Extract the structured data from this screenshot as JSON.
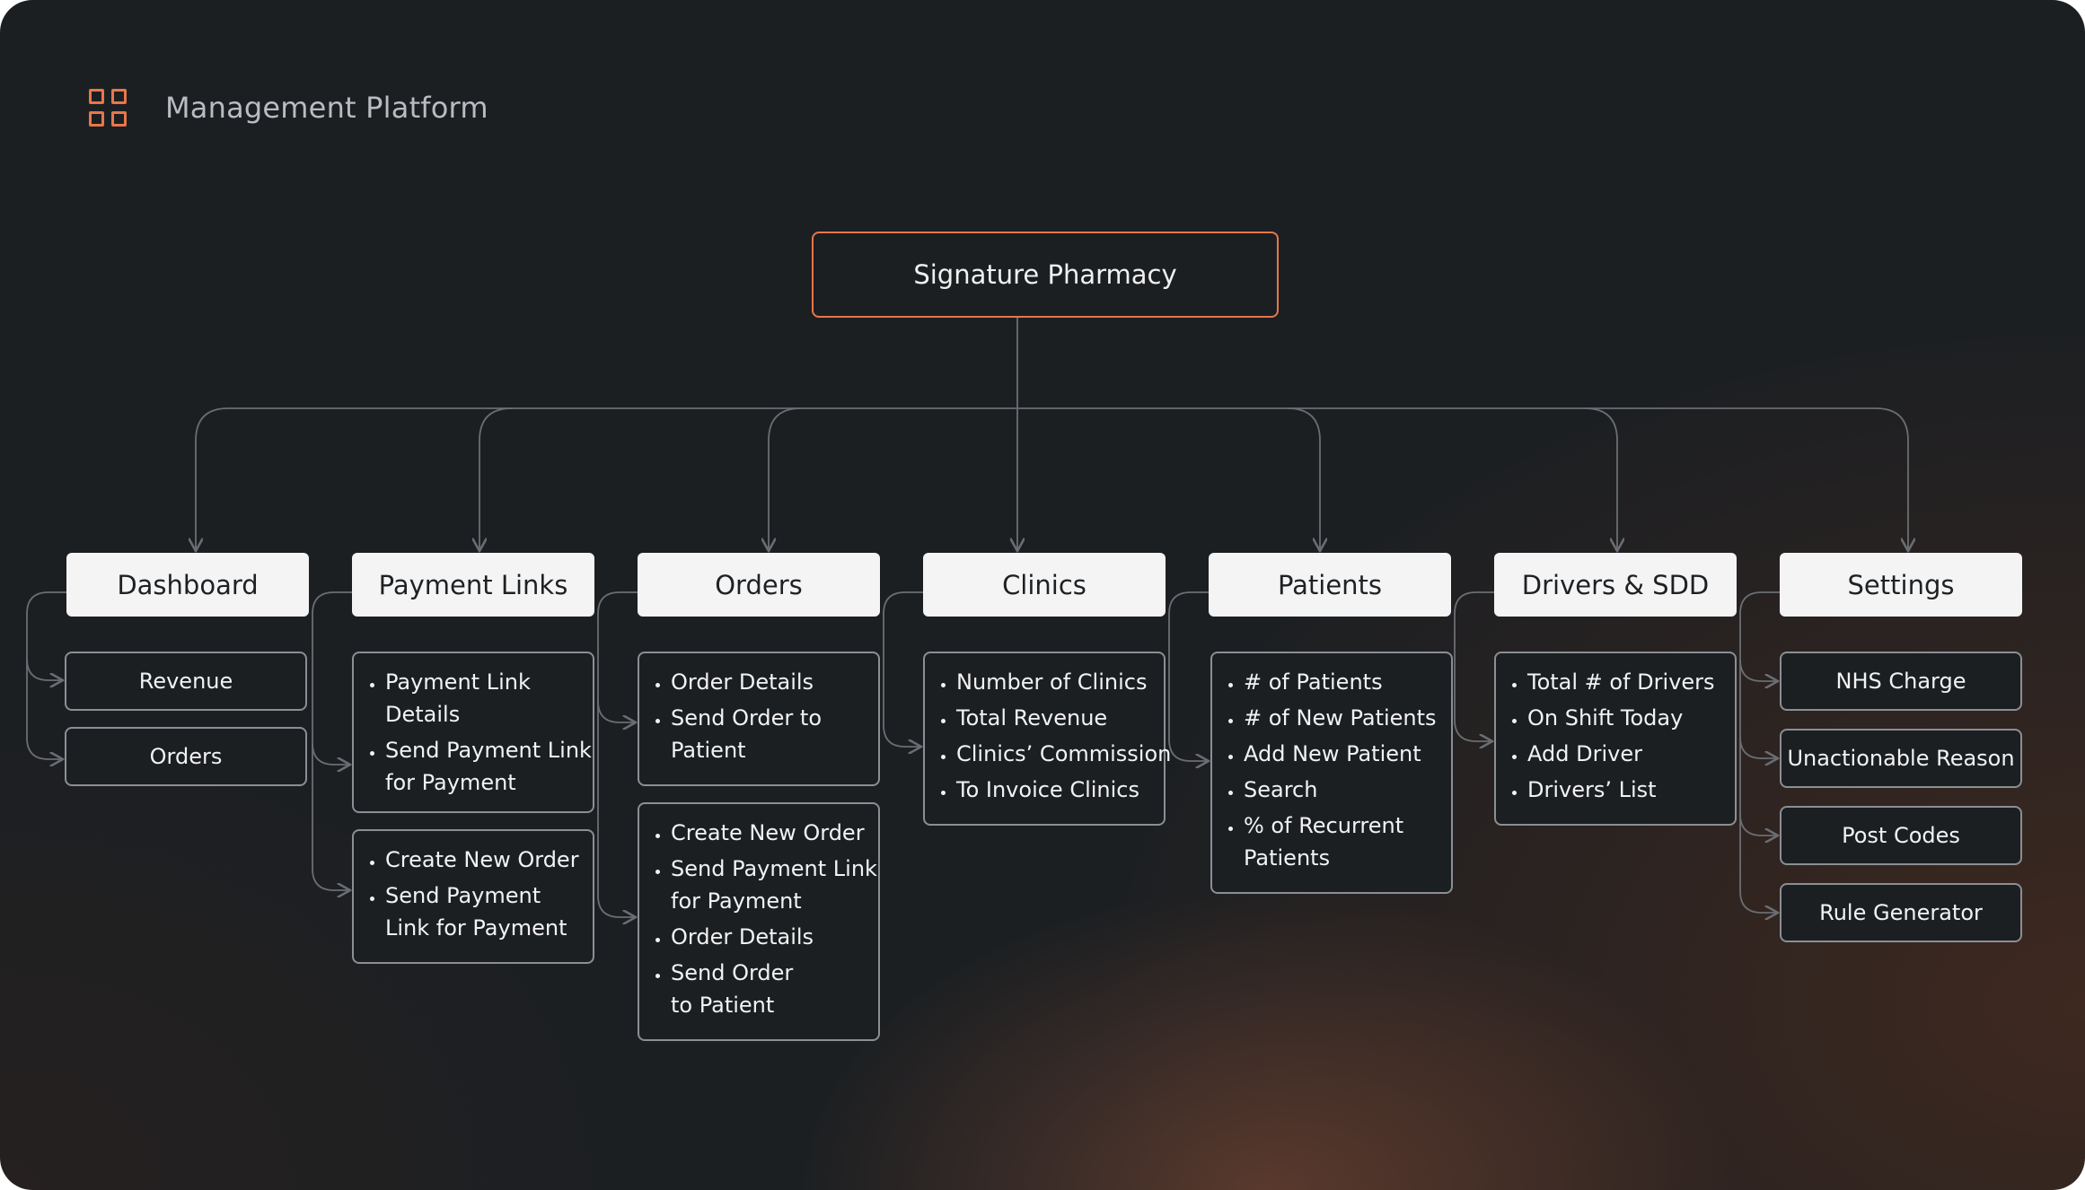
{
  "header": {
    "icon": "grid-icon",
    "title": "Management Platform"
  },
  "colors": {
    "accent": "#e8774a",
    "background": "#1c1f22",
    "category_fill": "#f4f4f4",
    "connector": "#6a6e73"
  },
  "root": {
    "label": "Signature Pharmacy"
  },
  "categories": [
    {
      "label": "Dashboard",
      "groups": [
        {
          "type": "single",
          "text": "Revenue"
        },
        {
          "type": "single",
          "text": "Orders"
        }
      ]
    },
    {
      "label": "Payment Links",
      "groups": [
        {
          "type": "list",
          "items": [
            "Payment Link\nDetails",
            "Send Payment Link\nfor Payment"
          ]
        },
        {
          "type": "list",
          "items": [
            "Create New Order",
            "Send Payment\nLink for Payment"
          ]
        }
      ]
    },
    {
      "label": "Orders",
      "groups": [
        {
          "type": "list",
          "items": [
            "Order Details",
            "Send Order to\nPatient"
          ]
        },
        {
          "type": "list",
          "items": [
            "Create New Order",
            "Send Payment Link\nfor Payment",
            "Order Details",
            "Send Order\nto Patient"
          ]
        }
      ]
    },
    {
      "label": "Clinics",
      "groups": [
        {
          "type": "list",
          "items": [
            "Number of Clinics",
            "Total Revenue",
            "Clinics’ Commission",
            "To Invoice Clinics"
          ]
        }
      ]
    },
    {
      "label": "Patients",
      "groups": [
        {
          "type": "list",
          "items": [
            "# of Patients",
            "# of New Patients",
            "Add New Patient",
            "Search",
            "% of Recurrent\nPatients"
          ]
        }
      ]
    },
    {
      "label": "Drivers & SDD",
      "groups": [
        {
          "type": "list",
          "items": [
            "Total # of Drivers",
            "On Shift Today",
            "Add Driver",
            "Drivers’ List"
          ]
        }
      ]
    },
    {
      "label": "Settings",
      "groups": [
        {
          "type": "single",
          "text": "NHS Charge"
        },
        {
          "type": "single",
          "text": "Unactionable Reason"
        },
        {
          "type": "single",
          "text": "Post Codes"
        },
        {
          "type": "single",
          "text": "Rule Generator"
        }
      ]
    }
  ]
}
